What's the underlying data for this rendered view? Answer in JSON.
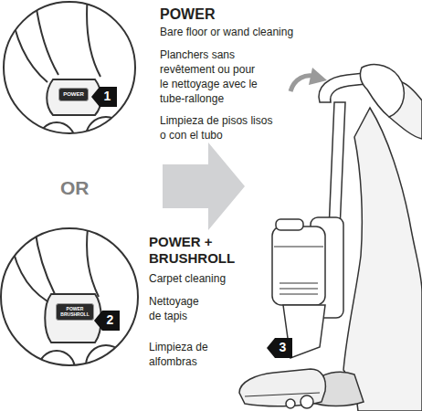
{
  "diagram": {
    "nodes": [
      {
        "text": [
          "POWER"
        ]
      },
      {
        "text": [
          "1"
        ]
      },
      {
        "text": [
          "POWER",
          "BRUSHROLL"
        ]
      },
      {
        "text": [
          "2"
        ]
      },
      {
        "text": [
          "3"
        ]
      }
    ],
    "labels": [
      "POWER",
      "Bare floor or wand cleaning",
      "Planchers sans revêtement ou pour le nettoyage avec le tube-rallonge",
      "Limpieza de pisos lisos o con el tubo",
      "OR",
      "POWER + BRUSHROLL",
      "Carpet cleaning",
      "Nettoyage de tapis",
      "Limpieza de alfombras"
    ]
  }
}
